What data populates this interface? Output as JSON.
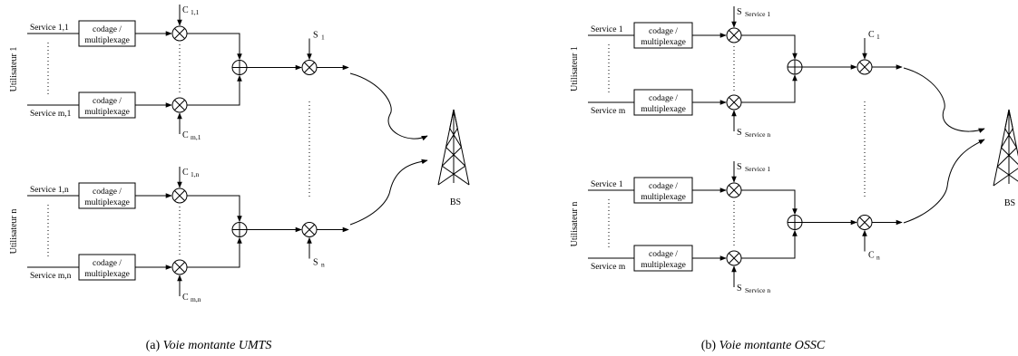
{
  "diagrams": [
    {
      "caption_prefix": "(a)",
      "caption_title": "Voie montante UMTS",
      "block_label_line1": "codage /",
      "block_label_line2": "multiplexage",
      "users": [
        {
          "user_label": "Utilisateur 1",
          "service_top": "Service 1,1",
          "service_bottom": "Service m,1",
          "code_top": {
            "main": "C",
            "sub": "1,1"
          },
          "code_bottom": {
            "main": "C",
            "sub": "m,1"
          },
          "scramble": {
            "main": "S",
            "sub": "1"
          }
        },
        {
          "user_label": "Utilisateur n",
          "service_top": "Service 1,n",
          "service_bottom": "Service m,n",
          "code_top": {
            "main": "C",
            "sub": "1,n"
          },
          "code_bottom": {
            "main": "C",
            "sub": "m,n"
          },
          "scramble": {
            "main": "S",
            "sub": "n"
          }
        }
      ],
      "bs_label": "BS"
    },
    {
      "caption_prefix": "(b)",
      "caption_title": "Voie montante OSSC",
      "block_label_line1": "codage /",
      "block_label_line2": "multiplexage",
      "users": [
        {
          "user_label": "Utilisateur 1",
          "service_top": "Service 1",
          "service_bottom": "Service m",
          "code_top": {
            "main": "S",
            "sub": "Service 1"
          },
          "code_bottom": {
            "main": "S",
            "sub": "Service n"
          },
          "scramble": {
            "main": "C",
            "sub": "1"
          }
        },
        {
          "user_label": "Utilisateur n",
          "service_top": "Service 1",
          "service_bottom": "Service m",
          "code_top": {
            "main": "S",
            "sub": "Service 1"
          },
          "code_bottom": {
            "main": "S",
            "sub": "Service n"
          },
          "scramble": {
            "main": "C",
            "sub": "n"
          }
        }
      ],
      "bs_label": "BS"
    }
  ]
}
